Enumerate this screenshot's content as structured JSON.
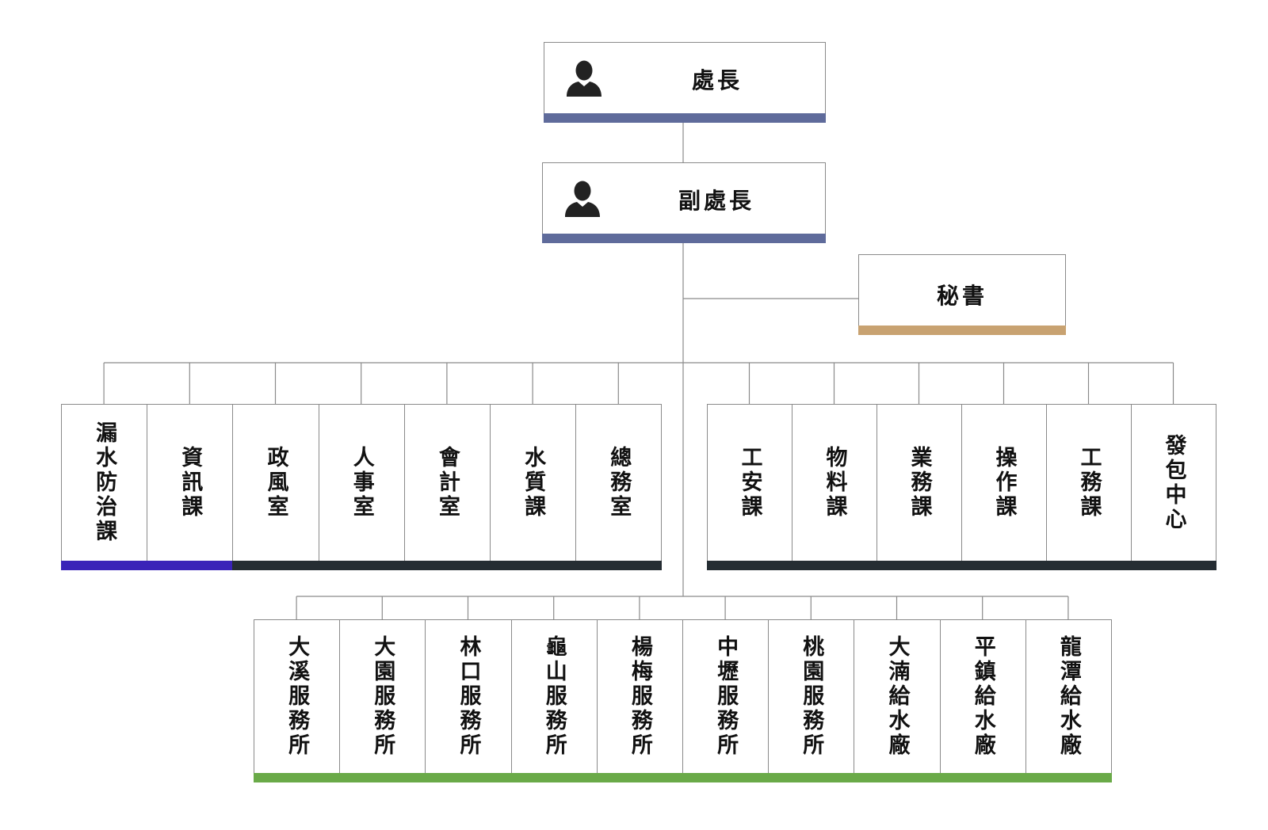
{
  "colors": {
    "line": "#8a8a8a",
    "leadership_bar": "#5f6b9b",
    "secretary_bar": "#c8a271",
    "purple_bar": "#3a23b8",
    "dark_bar": "#252d33",
    "green_bar": "#6aaa48"
  },
  "director": {
    "title": "處長",
    "icon": "person-icon"
  },
  "deputy": {
    "title": "副處長",
    "icon": "person-icon"
  },
  "secretary": {
    "title": "秘書"
  },
  "units_left": [
    {
      "label": "漏水防治課",
      "bar": "purple_bar"
    },
    {
      "label": "資訊課",
      "bar": "purple_bar"
    },
    {
      "label": "政風室",
      "bar": "dark_bar"
    },
    {
      "label": "人事室",
      "bar": "dark_bar"
    },
    {
      "label": "會計室",
      "bar": "dark_bar"
    },
    {
      "label": "水質課",
      "bar": "dark_bar"
    },
    {
      "label": "總務室",
      "bar": "dark_bar"
    }
  ],
  "units_right": [
    {
      "label": "工安課",
      "bar": "dark_bar"
    },
    {
      "label": "物料課",
      "bar": "dark_bar"
    },
    {
      "label": "業務課",
      "bar": "dark_bar"
    },
    {
      "label": "操作課",
      "bar": "dark_bar"
    },
    {
      "label": "工務課",
      "bar": "dark_bar"
    },
    {
      "label": "發包中心",
      "bar": "dark_bar"
    }
  ],
  "stations": [
    {
      "label": "大溪服務所"
    },
    {
      "label": "大園服務所"
    },
    {
      "label": "林口服務所"
    },
    {
      "label": "龜山服務所"
    },
    {
      "label": "楊梅服務所"
    },
    {
      "label": "中壢服務所"
    },
    {
      "label": "桃園服務所"
    },
    {
      "label": "大湳給水廠"
    },
    {
      "label": "平鎮給水廠"
    },
    {
      "label": "龍潭給水廠"
    }
  ]
}
